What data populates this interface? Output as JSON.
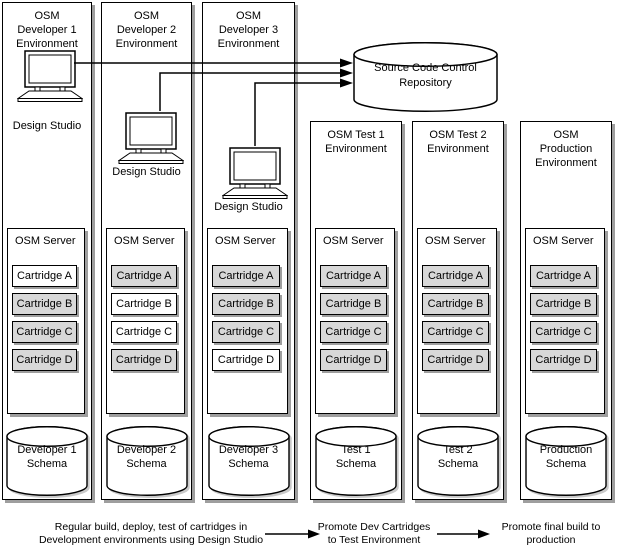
{
  "columns": [
    {
      "title": "OSM\nDeveloper 1\nEnvironment",
      "tool_label": "Design Studio",
      "server_label": "OSM Server",
      "cartridges": [
        {
          "label": "Cartridge A",
          "filled": false
        },
        {
          "label": "Cartridge B",
          "filled": true
        },
        {
          "label": "Cartridge C",
          "filled": true
        },
        {
          "label": "Cartridge D",
          "filled": true
        }
      ],
      "schema_label": "Developer 1\nSchema"
    },
    {
      "title": "OSM\nDeveloper 2\nEnvironment",
      "tool_label": "Design Studio",
      "server_label": "OSM Server",
      "cartridges": [
        {
          "label": "Cartridge A",
          "filled": true
        },
        {
          "label": "Cartridge B",
          "filled": false
        },
        {
          "label": "Cartridge C",
          "filled": false
        },
        {
          "label": "Cartridge D",
          "filled": true
        }
      ],
      "schema_label": "Developer 2\nSchema"
    },
    {
      "title": "OSM\nDeveloper 3\nEnvironment",
      "tool_label": "Design Studio",
      "server_label": "OSM Server",
      "cartridges": [
        {
          "label": "Cartridge A",
          "filled": true
        },
        {
          "label": "Cartridge B",
          "filled": true
        },
        {
          "label": "Cartridge C",
          "filled": true
        },
        {
          "label": "Cartridge D",
          "filled": false
        }
      ],
      "schema_label": "Developer 3\nSchema"
    },
    {
      "title": "OSM Test 1\nEnvironment",
      "server_label": "OSM Server",
      "cartridges": [
        {
          "label": "Cartridge A",
          "filled": true
        },
        {
          "label": "Cartridge B",
          "filled": true
        },
        {
          "label": "Cartridge C",
          "filled": true
        },
        {
          "label": "Cartridge D",
          "filled": true
        }
      ],
      "schema_label": "Test 1\nSchema"
    },
    {
      "title": "OSM Test 2\nEnvironment",
      "server_label": "OSM Server",
      "cartridges": [
        {
          "label": "Cartridge A",
          "filled": true
        },
        {
          "label": "Cartridge B",
          "filled": true
        },
        {
          "label": "Cartridge C",
          "filled": true
        },
        {
          "label": "Cartridge D",
          "filled": true
        }
      ],
      "schema_label": "Test 2\nSchema"
    },
    {
      "title": "OSM\nProduction\nEnvironment",
      "server_label": "OSM Server",
      "cartridges": [
        {
          "label": "Cartridge A",
          "filled": true
        },
        {
          "label": "Cartridge B",
          "filled": true
        },
        {
          "label": "Cartridge C",
          "filled": true
        },
        {
          "label": "Cartridge D",
          "filled": true
        }
      ],
      "schema_label": "Production\nSchema"
    }
  ],
  "repository": {
    "label": "Source Code Control\nRepository"
  },
  "captions": [
    {
      "text": "Regular build, deploy, test of cartridges in\nDevelopment environments using Design Studio"
    },
    {
      "text": "Promote Dev Cartridges\nto Test Environment"
    },
    {
      "text": "Promote final build to\nproduction"
    }
  ],
  "colors": {
    "cartridge_fill": "#d8d8d8",
    "shadow": "#9e9e9e",
    "line": "#000000",
    "background": "#ffffff"
  }
}
